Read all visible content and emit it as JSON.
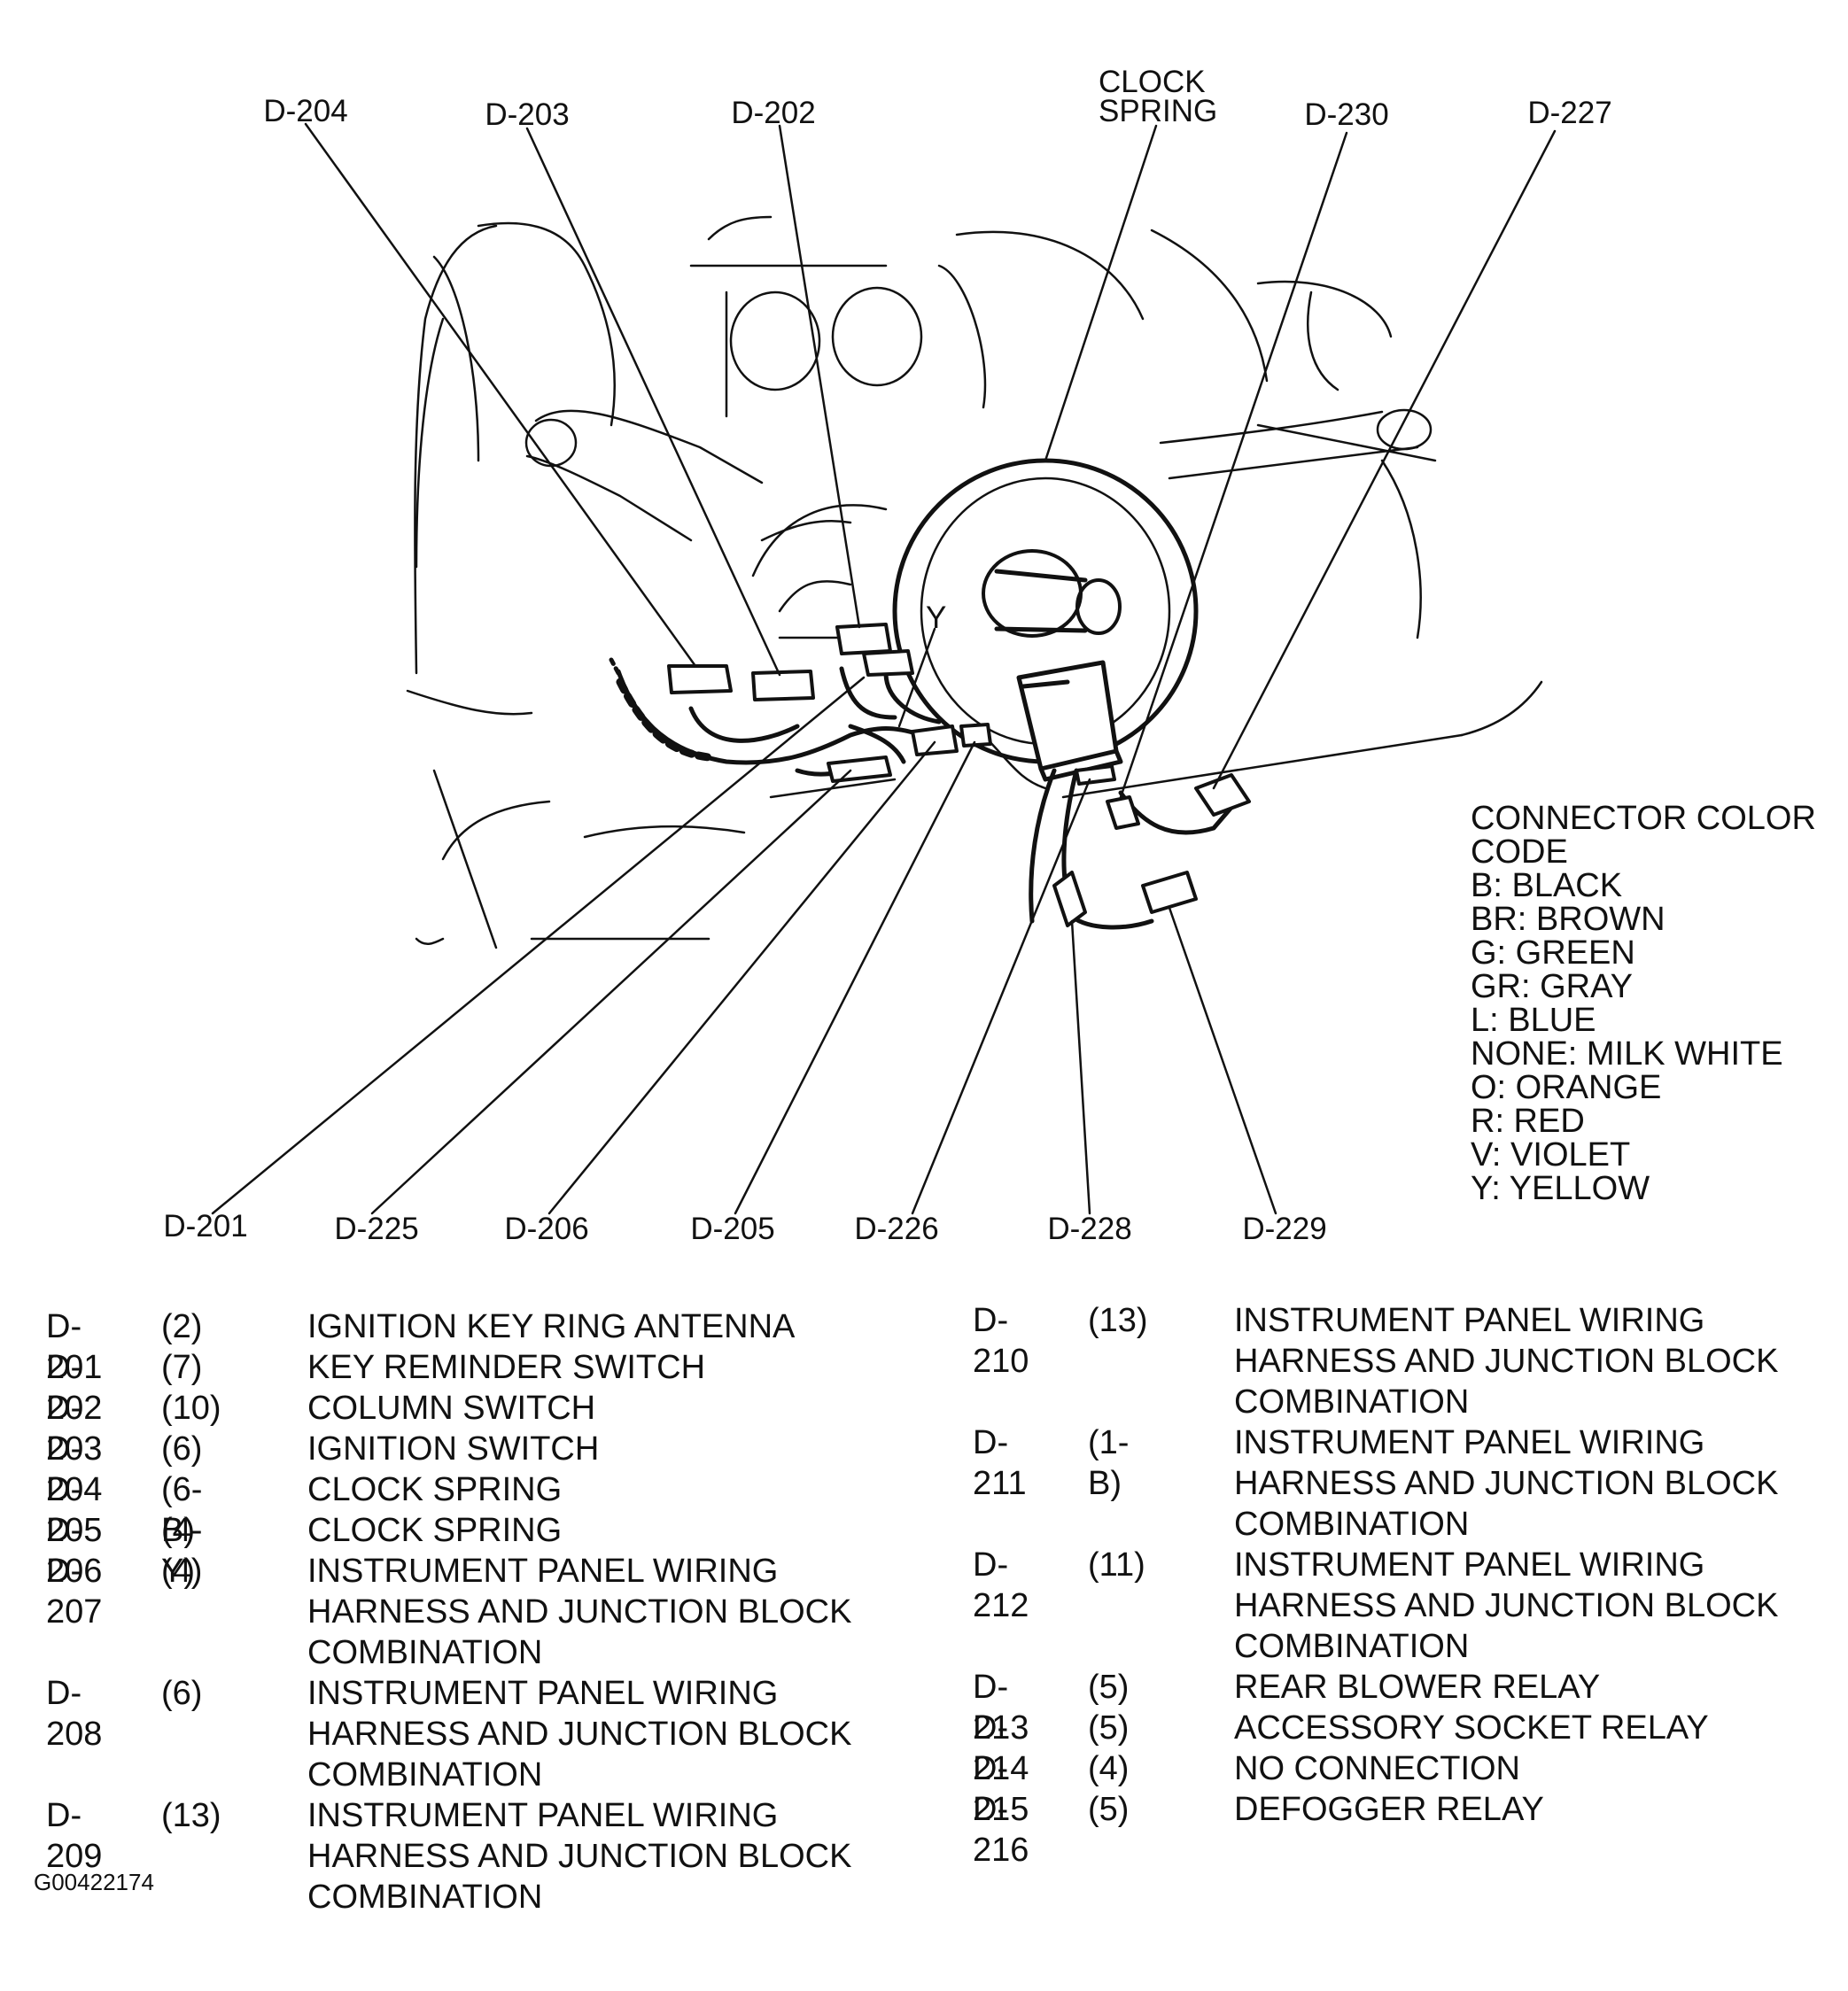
{
  "callouts": {
    "d204": "D-204",
    "d203": "D-203",
    "d202": "D-202",
    "clock_spring_1": "CLOCK",
    "clock_spring_2": "SPRING",
    "d230": "D-230",
    "d227": "D-227",
    "y_mark": "Y",
    "d201": "D-201",
    "d225": "D-225",
    "d206": "D-206",
    "d205": "D-205",
    "d226": "D-226",
    "d228": "D-228",
    "d229": "D-229"
  },
  "color_code": {
    "title_1": "CONNECTOR COLOR",
    "title_2": "CODE",
    "entries": [
      "B: BLACK",
      "BR: BROWN",
      "G: GREEN",
      "GR: GRAY",
      "L: BLUE",
      "NONE: MILK WHITE",
      "O: ORANGE",
      "R: RED",
      "V: VIOLET",
      "Y: YELLOW"
    ]
  },
  "connectors_left": [
    {
      "id": "D-201",
      "count": "(2)",
      "desc": "IGNITION KEY RING ANTENNA"
    },
    {
      "id": "D-202",
      "count": "(7)",
      "desc": "KEY REMINDER SWITCH"
    },
    {
      "id": "D-203",
      "count": "(10)",
      "desc": "COLUMN SWITCH"
    },
    {
      "id": "D-204",
      "count": "(6)",
      "desc": "IGNITION SWITCH"
    },
    {
      "id": "D-205",
      "count": "(6-B)",
      "desc": "CLOCK SPRING"
    },
    {
      "id": "D-206",
      "count": "(4-Y)",
      "desc": "CLOCK SPRING"
    },
    {
      "id": "D-207",
      "count": "(4)",
      "desc": "INSTRUMENT PANEL WIRING HARNESS AND JUNCTION BLOCK COMBINATION"
    },
    {
      "id": "D-208",
      "count": "(6)",
      "desc": "INSTRUMENT PANEL WIRING HARNESS AND JUNCTION BLOCK COMBINATION"
    },
    {
      "id": "D-209",
      "count": "(13)",
      "desc": "INSTRUMENT PANEL WIRING HARNESS AND JUNCTION BLOCK COMBINATION"
    }
  ],
  "connectors_right": [
    {
      "id": "D-210",
      "count": "(13)",
      "desc": "INSTRUMENT PANEL WIRING HARNESS AND JUNCTION BLOCK COMBINATION"
    },
    {
      "id": "D-211",
      "count": "(1-B)",
      "desc": "INSTRUMENT PANEL WIRING HARNESS AND JUNCTION BLOCK COMBINATION"
    },
    {
      "id": "D-212",
      "count": "(11)",
      "desc": "INSTRUMENT PANEL WIRING HARNESS AND JUNCTION BLOCK COMBINATION"
    },
    {
      "id": "D-213",
      "count": "(5)",
      "desc": "REAR BLOWER RELAY"
    },
    {
      "id": "D-214",
      "count": "(5)",
      "desc": "ACCESSORY SOCKET RELAY"
    },
    {
      "id": "D-215",
      "count": "(4)",
      "desc": "NO CONNECTION"
    },
    {
      "id": "D-216",
      "count": "(5)",
      "desc": "DEFOGGER RELAY"
    }
  ],
  "figure_id": "G00422174"
}
